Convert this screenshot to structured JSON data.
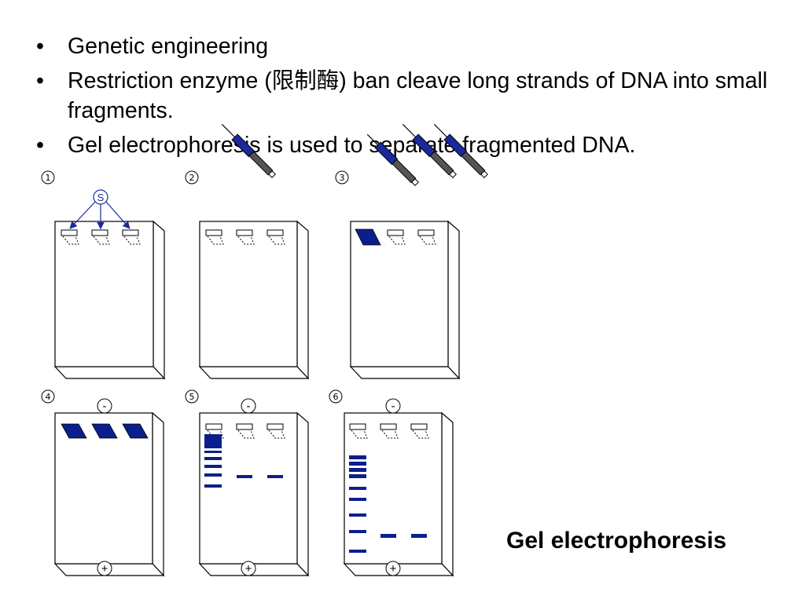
{
  "bullets": [
    {
      "text": "Genetic engineering"
    },
    {
      "text": "Restriction enzyme (限制酶) ban cleave long strands of DNA into small fragments."
    },
    {
      "text": "Gel electrophoresis is used to separate fragmented DNA."
    }
  ],
  "bullet_glyph": "•",
  "diagram": {
    "steps": [
      "1",
      "2",
      "3",
      "4",
      "5",
      "6"
    ],
    "sample_label": "S",
    "negative_label": "-",
    "positive_label": "+"
  },
  "caption": "Gel electrophoresis",
  "colors": {
    "band": "#0b1f8c",
    "outline": "#000000",
    "text": "#000000"
  }
}
